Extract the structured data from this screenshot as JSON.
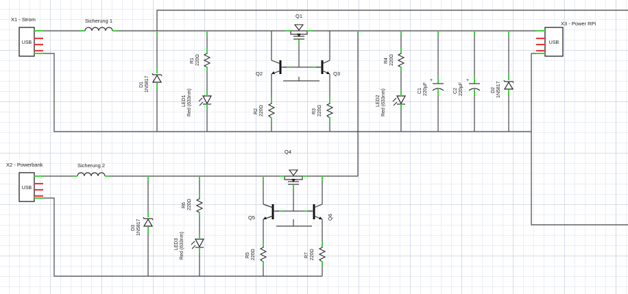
{
  "connectors": {
    "x1": {
      "title": "X1 - Strom",
      "body": "USB"
    },
    "x2": {
      "title": "X2 - Powerbank",
      "body": "USB"
    },
    "x3": {
      "title": "X3 - Power RPi",
      "body": "USB"
    }
  },
  "fuses": {
    "f1": "Sicherung 1",
    "f2": "Sicherung 2"
  },
  "mosfets": {
    "q1": "Q1",
    "q4": "Q4"
  },
  "transistors": {
    "q2": "Q2",
    "q3": "Q3",
    "q5": "Q5",
    "q6": "Q6"
  },
  "diodes": {
    "d1": {
      "name": "D1",
      "value": "1N5817"
    },
    "d2": {
      "name": "D2",
      "value": "1N5817"
    },
    "d3": {
      "name": "D3",
      "value": "1N5817"
    }
  },
  "resistors": {
    "r1": {
      "name": "R1",
      "value": "220Ω"
    },
    "r2": {
      "name": "R2",
      "value": "220Ω"
    },
    "r3": {
      "name": "R3",
      "value": "220Ω"
    },
    "r4": {
      "name": "R4",
      "value": "220Ω"
    },
    "r5": {
      "name": "R5",
      "value": "220Ω"
    },
    "r6": {
      "name": "R6",
      "value": "220Ω"
    },
    "r7": {
      "name": "R7",
      "value": "220Ω"
    }
  },
  "leds": {
    "led1": {
      "name": "LED1",
      "value": "Red (633nm)"
    },
    "led2": {
      "name": "LED2",
      "value": "Red (633nm)"
    },
    "led3": {
      "name": "LED3",
      "value": "Red (633nm)"
    }
  },
  "capacitors": {
    "c1": {
      "name": "C1",
      "value": "220µF"
    },
    "c2": {
      "name": "C2",
      "value": "220µF"
    }
  }
}
